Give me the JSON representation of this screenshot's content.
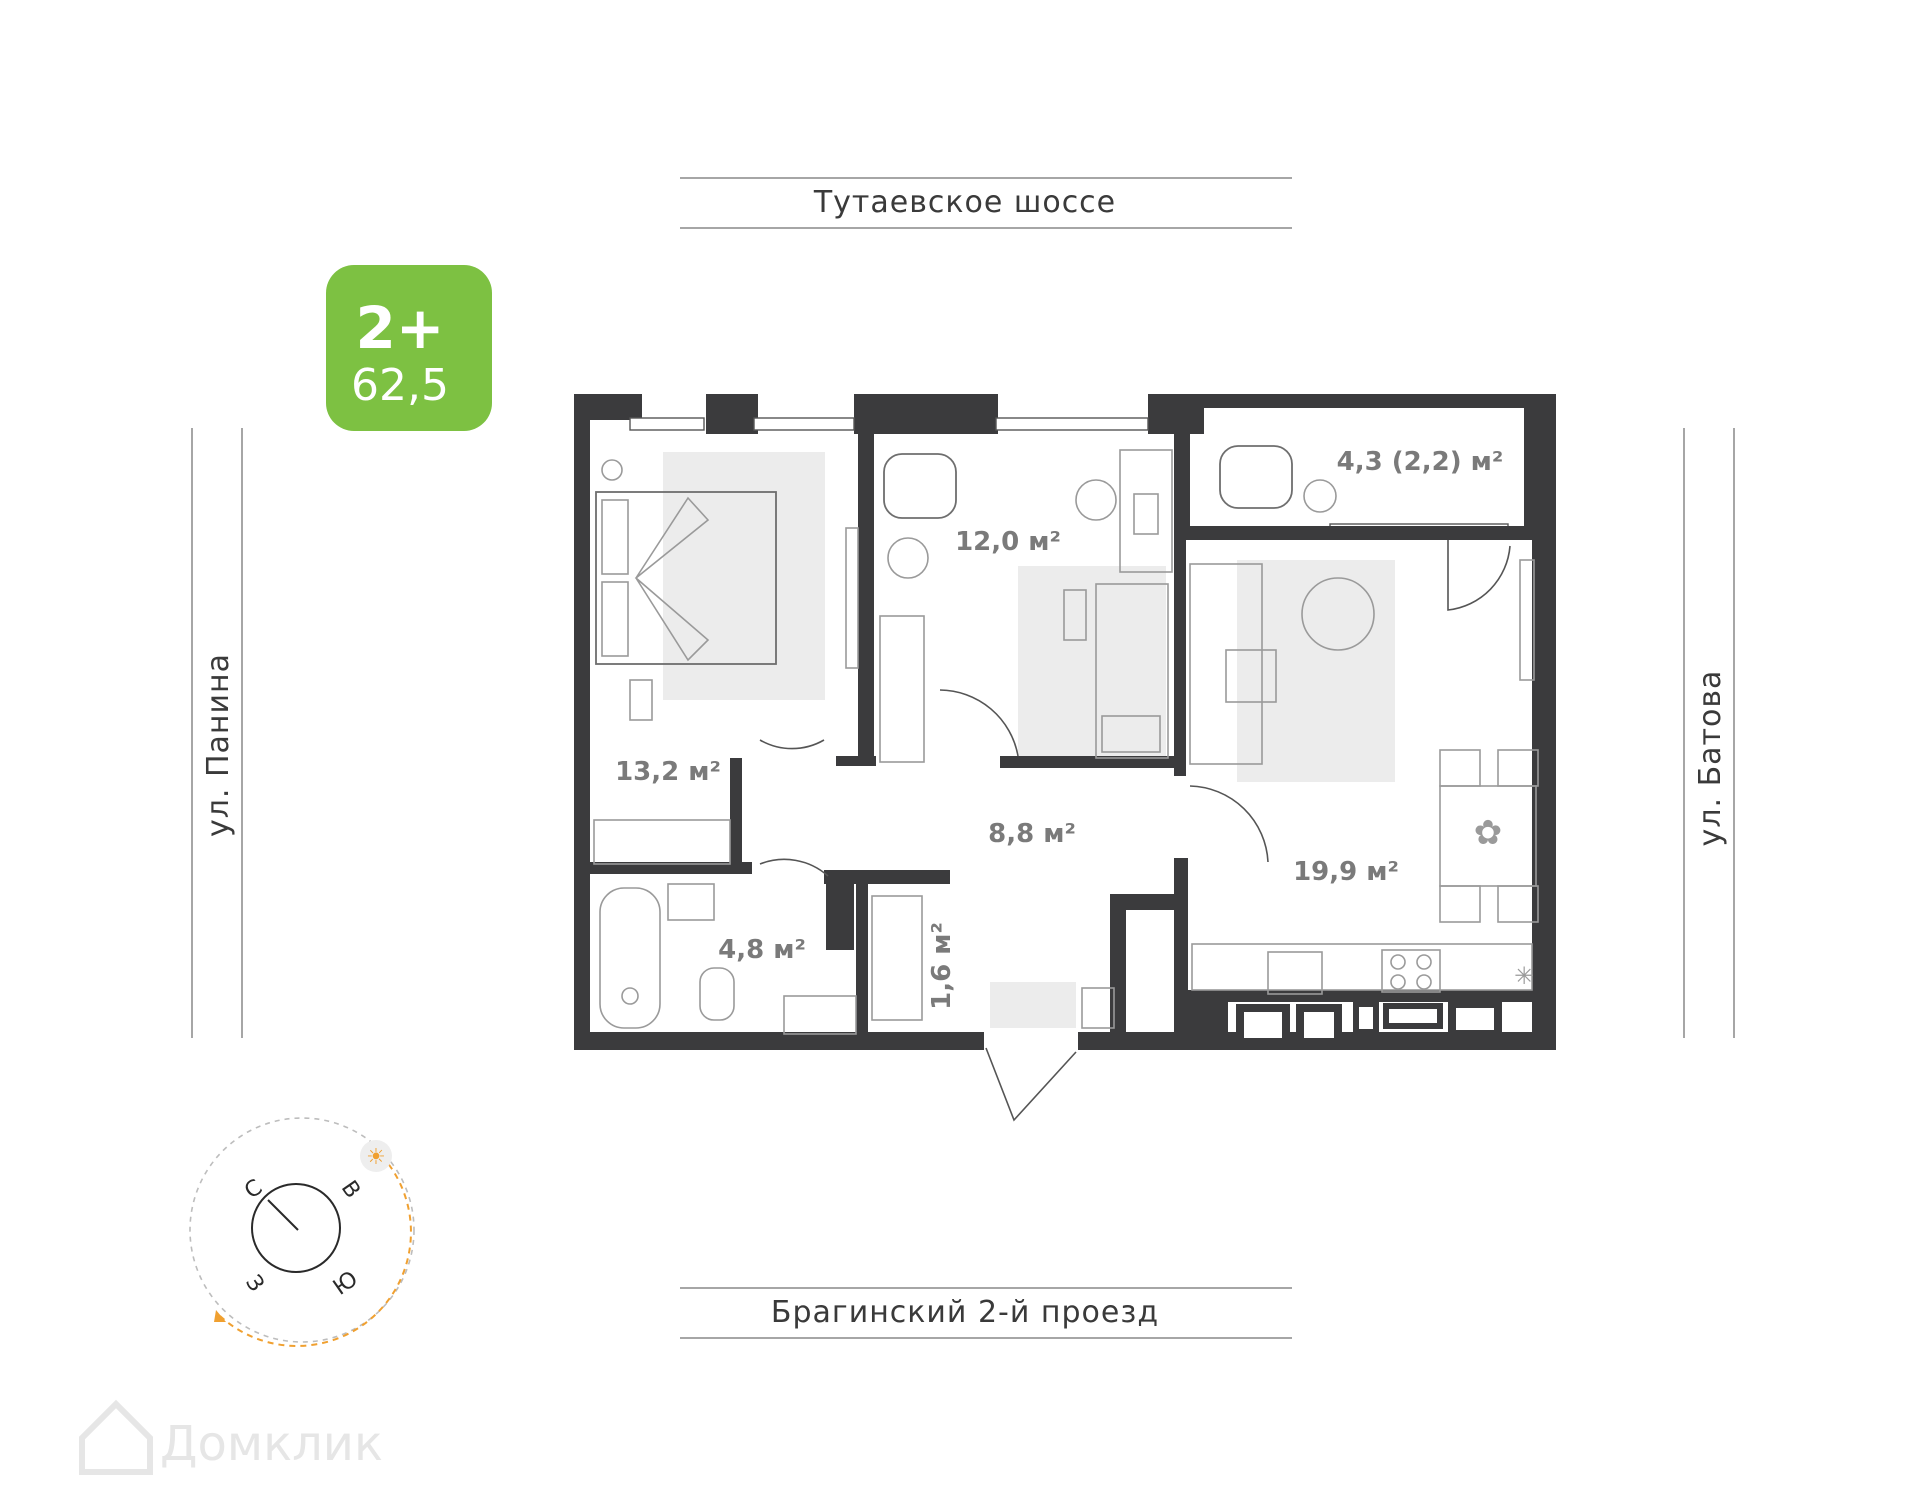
{
  "streets": {
    "top": "Тутаевское шоссе",
    "bottom": "Брагинский 2-й проезд",
    "left": "ул. Панина",
    "right": "ул. Батова"
  },
  "badge": {
    "rooms": "2+",
    "area": "62,5",
    "color": "#7dc142"
  },
  "rooms": [
    {
      "id": "bedroom",
      "area": "13,2 м²"
    },
    {
      "id": "study",
      "area": "12,0 м²"
    },
    {
      "id": "balcony",
      "area": "4,3 (2,2) м²"
    },
    {
      "id": "hall",
      "area": "8,8 м²"
    },
    {
      "id": "living-kitchen",
      "area": "19,9 м²"
    },
    {
      "id": "bathroom",
      "area": "4,8 м²"
    },
    {
      "id": "closet",
      "area": "1,6 м²"
    }
  ],
  "compass": {
    "north": "С",
    "east": "В",
    "south": "Ю",
    "west": "З",
    "sun_color": "#f0a030"
  },
  "watermark": {
    "text": "Домклик",
    "icon": "house-icon"
  },
  "colors": {
    "wall": "#3b3b3d",
    "label": "#7a7a7a"
  }
}
